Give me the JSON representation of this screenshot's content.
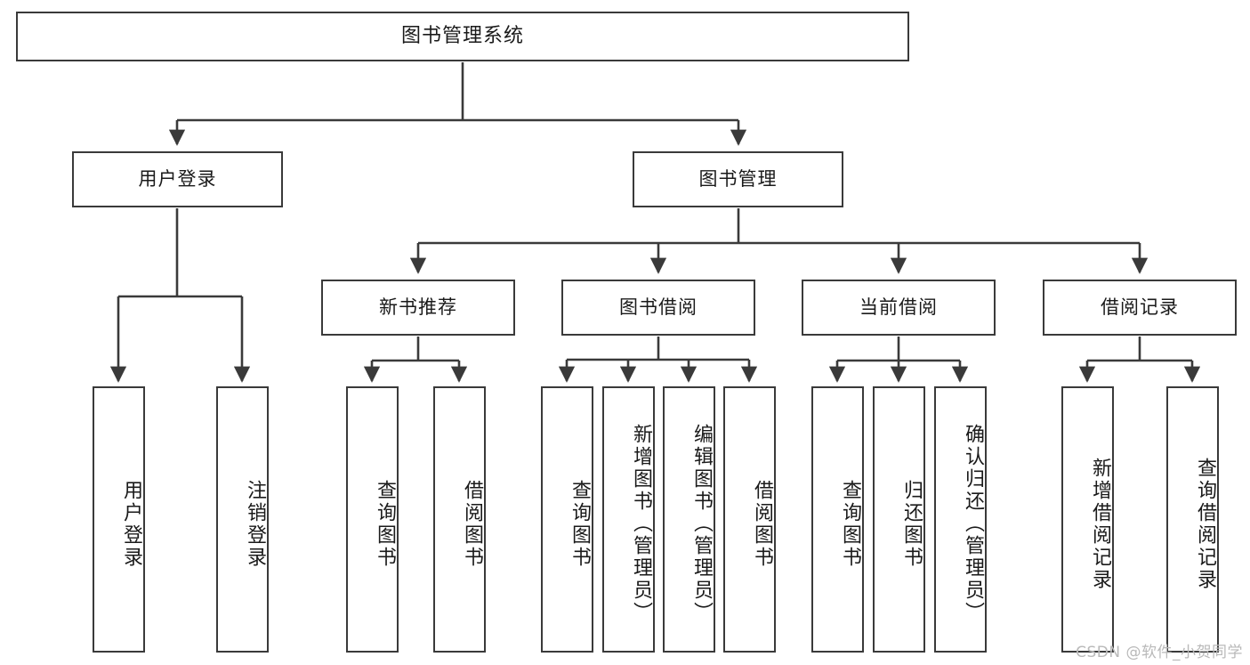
{
  "diagram": {
    "title": "图书管理系统",
    "watermark": "CSDN @软件_小贺同学",
    "line_color": "#3a3a3a",
    "box_fill": "#ffffff",
    "text_color": "#1a1a1a",
    "watermark_color": "#b9b9b9"
  },
  "nodes": {
    "root": {
      "label": "图书管理系统"
    },
    "level2": [
      {
        "label": "用户登录"
      },
      {
        "label": "图书管理"
      }
    ],
    "level3": [
      {
        "label": "新书推荐"
      },
      {
        "label": "图书借阅"
      },
      {
        "label": "当前借阅"
      },
      {
        "label": "借阅记录"
      }
    ],
    "leaves": {
      "user_login": [
        {
          "label": "用户登录"
        },
        {
          "label": "注销登录"
        }
      ],
      "new_book": [
        {
          "label": "查询图书"
        },
        {
          "label": "借阅图书"
        }
      ],
      "book_borrow": [
        {
          "label": "查询图书"
        },
        {
          "label": "新增图书（管理员）"
        },
        {
          "label": "编辑图书（管理员）"
        },
        {
          "label": "借阅图书"
        }
      ],
      "current_borrow": [
        {
          "label": "查询图书"
        },
        {
          "label": "归还图书"
        },
        {
          "label": "确认归还（管理员）"
        }
      ],
      "borrow_record": [
        {
          "label": "新增借阅记录"
        },
        {
          "label": "查询借阅记录"
        }
      ]
    }
  }
}
